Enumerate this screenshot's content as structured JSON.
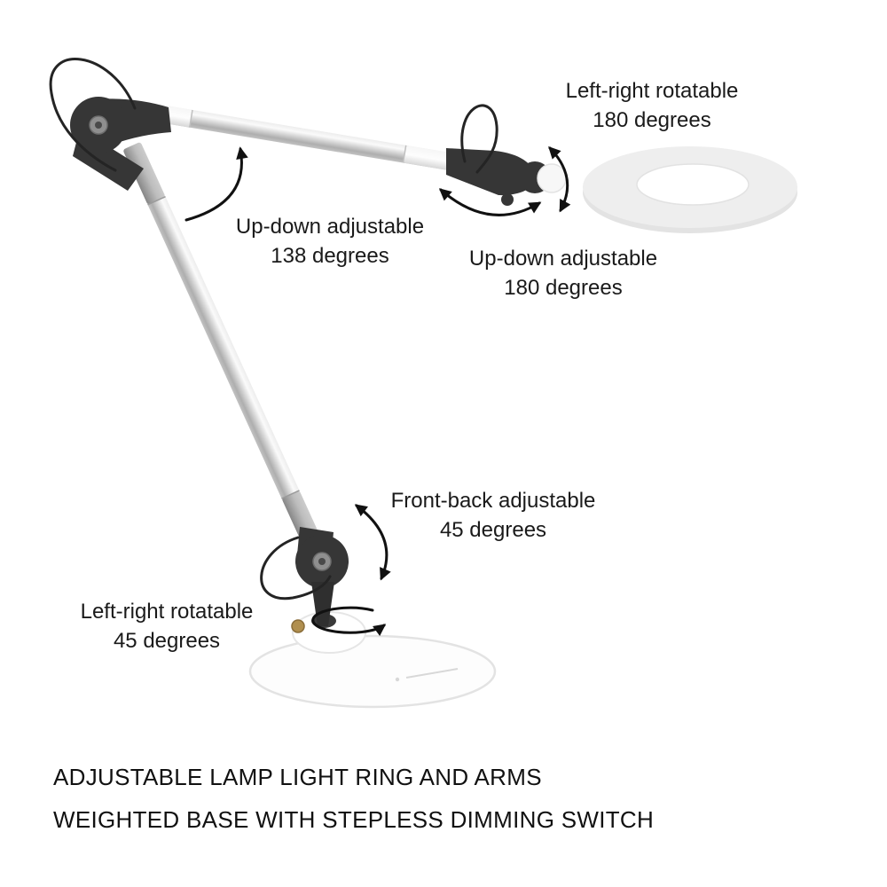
{
  "annotations": {
    "head_rotate": {
      "line1": "Left-right rotatable",
      "line2": "180 degrees"
    },
    "arm_updown": {
      "line1": "Up-down adjustable",
      "line2": "138 degrees"
    },
    "head_updown": {
      "line1": "Up-down adjustable",
      "line2": "180 degrees"
    },
    "elbow_frontback": {
      "line1": "Front-back adjustable",
      "line2": "45 degrees"
    },
    "base_rotate": {
      "line1": "Left-right rotatable",
      "line2": "45 degrees"
    }
  },
  "footer": {
    "line1": "ADJUSTABLE LAMP LIGHT RING AND ARMS",
    "line2": "WEIGHTED BASE WITH STEPLESS DIMMING SWITCH"
  },
  "colors": {
    "background": "#ffffff",
    "text": "#1a1a1a",
    "joint_dark": "#363636",
    "arm_silver": "#d6d6d6",
    "ring_gray": "#eeeeee",
    "base_outline": "#e3e3e3",
    "brass_knob": "#b08f4f",
    "arrow": "#111111"
  }
}
